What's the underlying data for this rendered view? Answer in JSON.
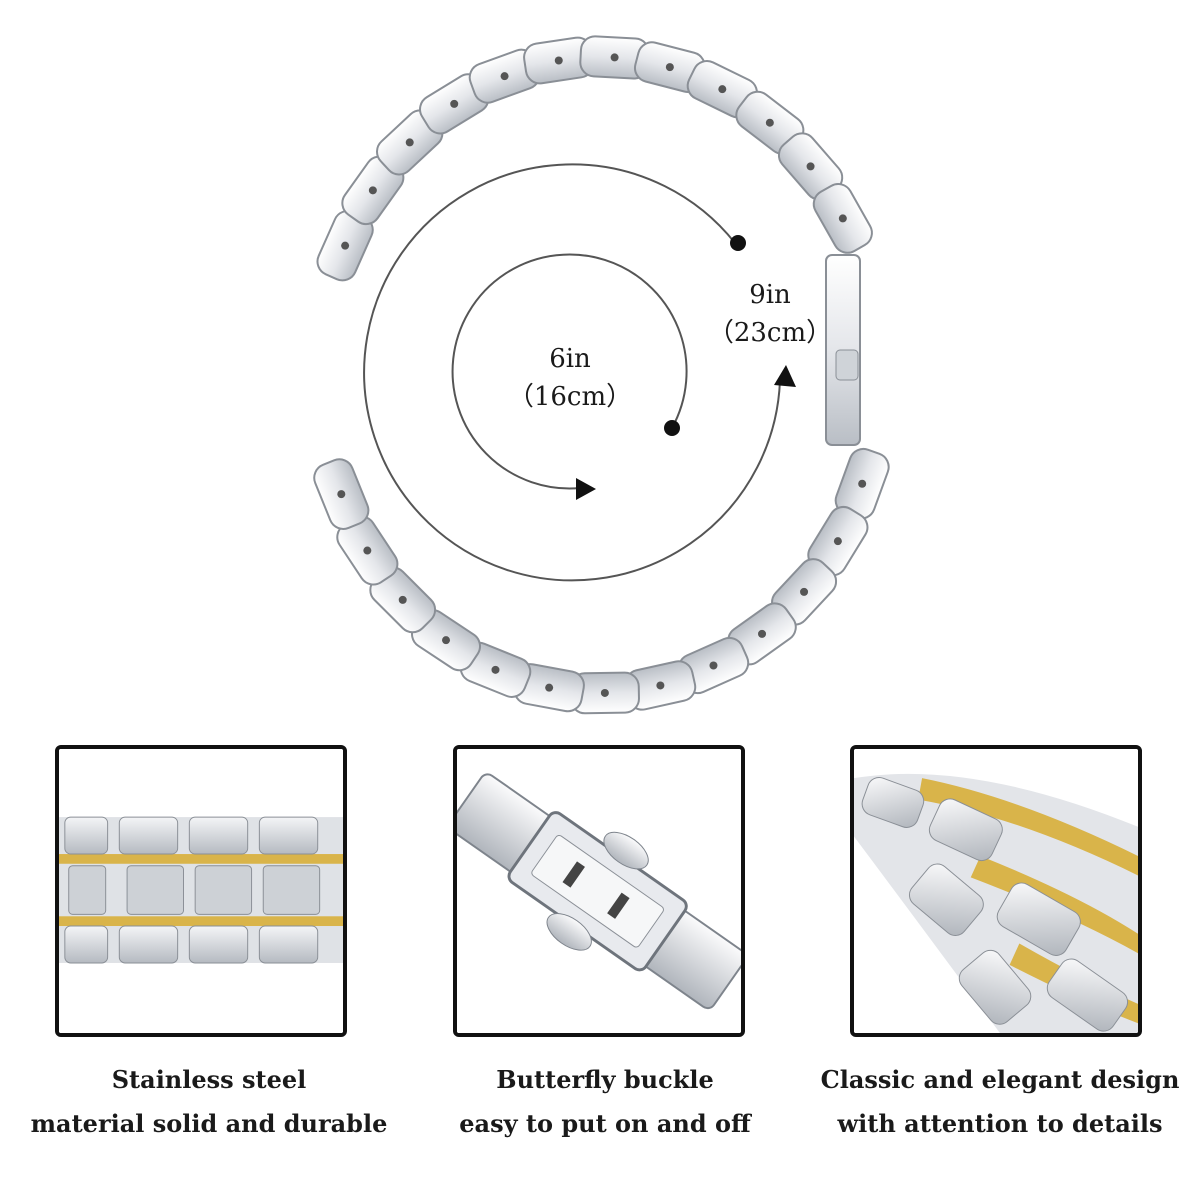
{
  "sizes": {
    "small": {
      "value": "6in",
      "metric": "（16cm）"
    },
    "large": {
      "value": "9in",
      "metric": "（23cm）"
    }
  },
  "features": [
    {
      "line1": "Stainless steel",
      "line2": "material solid and durable"
    },
    {
      "line1": "Butterfly buckle",
      "line2": "easy to put on and off"
    },
    {
      "line1": "Classic and elegant design",
      "line2": "with attention to details"
    }
  ],
  "colors": {
    "steel": "#e9ebee",
    "steel_edge": "#8a8f96",
    "gold": "#d9b44a",
    "ink": "#111111"
  }
}
